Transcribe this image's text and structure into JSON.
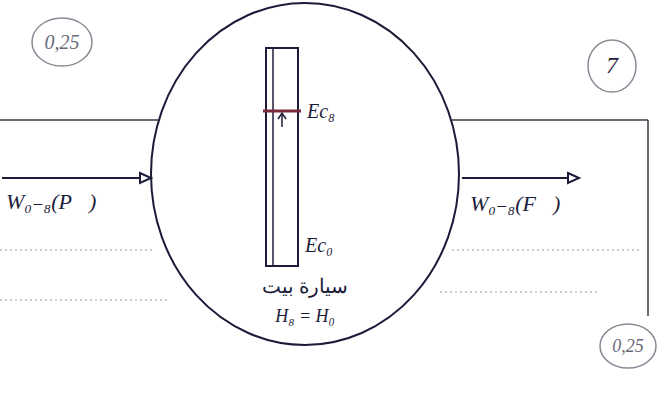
{
  "diagram": {
    "nodes": [
      {
        "text": [
          "سيارة بيت",
          "H₈ = H₀"
        ]
      },
      {
        "text": [
          "Ec₈",
          "Ec₀"
        ],
        "in": 0
      }
    ],
    "labels": [
      "0,25",
      "7",
      "W₀₋₈(P⃗)",
      "W₀₋₈(F⃗)",
      "0,25"
    ]
  }
}
